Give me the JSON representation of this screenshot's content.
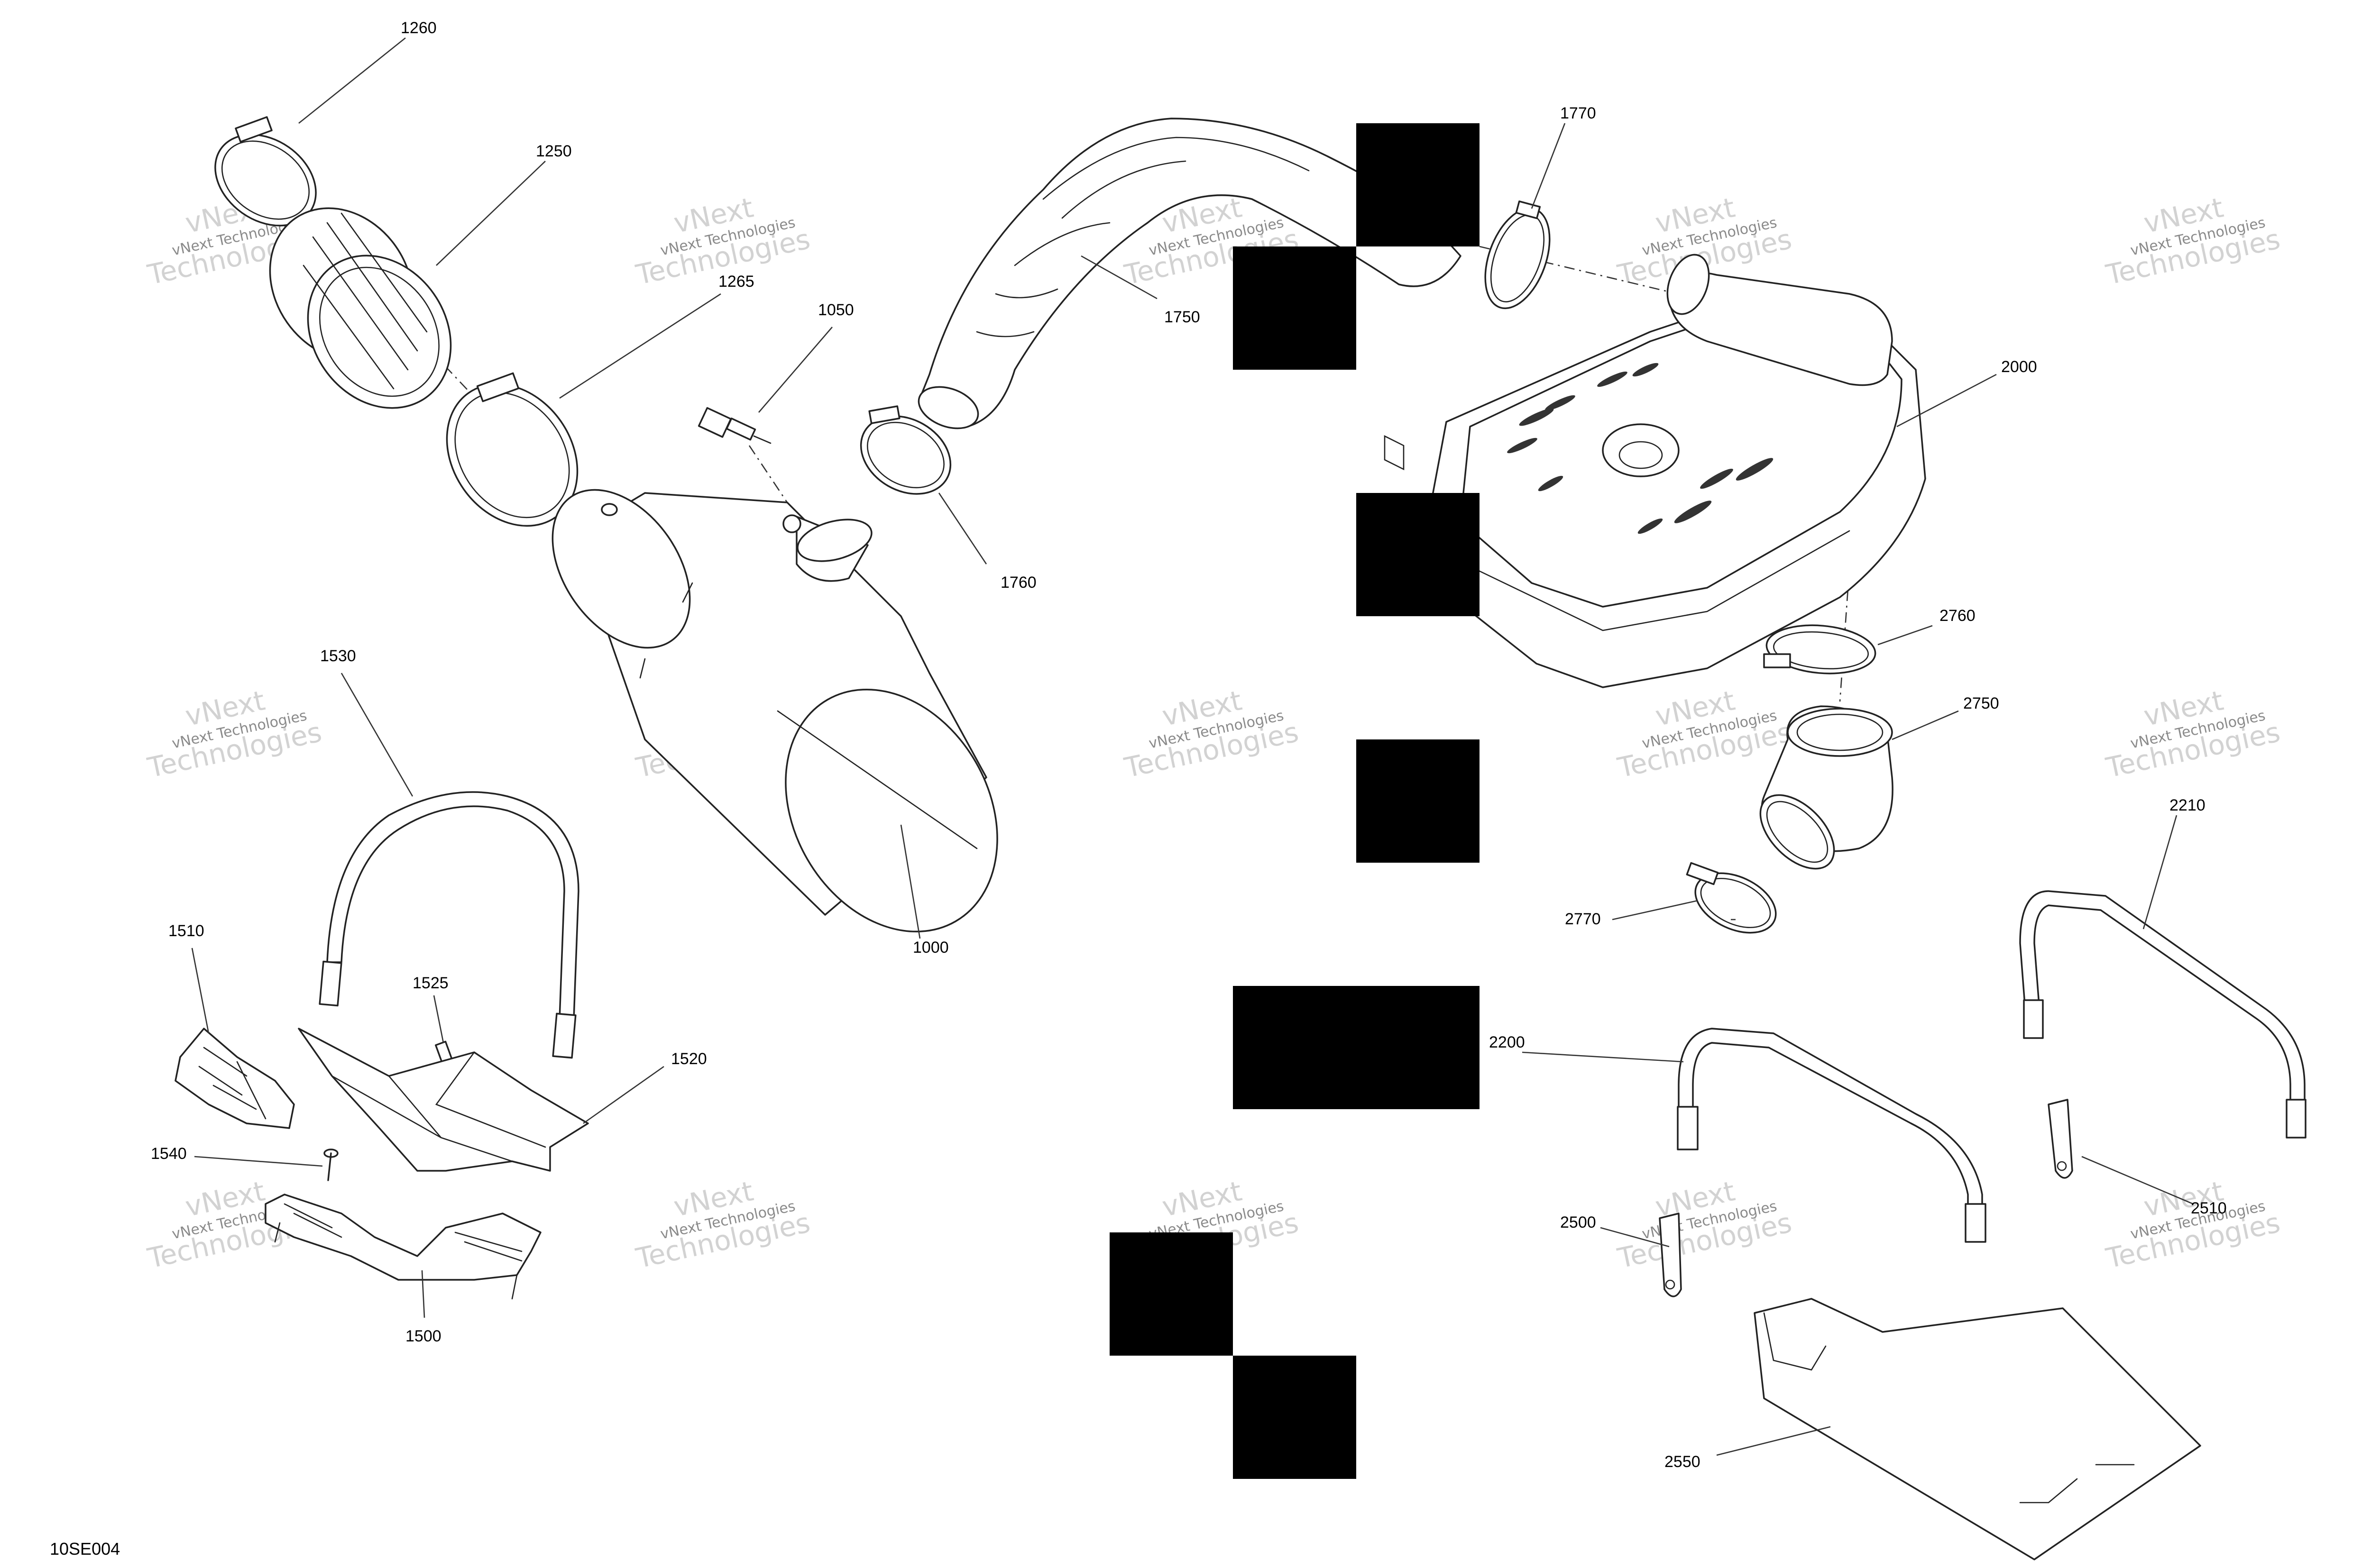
{
  "figure_code": "10SE004",
  "watermark": {
    "line1": "vNext Technologies",
    "line2": "vNext",
    "line3": "Technologies"
  },
  "callouts": {
    "p1000": "1000",
    "p1050": "1050",
    "p1250": "1250",
    "p1260": "1260",
    "p1265": "1265",
    "p1500": "1500",
    "p1510": "1510",
    "p1520": "1520",
    "p1525": "1525",
    "p1530": "1530",
    "p1540": "1540",
    "p1750": "1750",
    "p1760": "1760",
    "p1770": "1770",
    "p2000": "2000",
    "p2200": "2200",
    "p2210": "2210",
    "p2500": "2500",
    "p2510": "2510",
    "p2550": "2550",
    "p2750": "2750",
    "p2760": "2760",
    "p2770": "2770"
  }
}
